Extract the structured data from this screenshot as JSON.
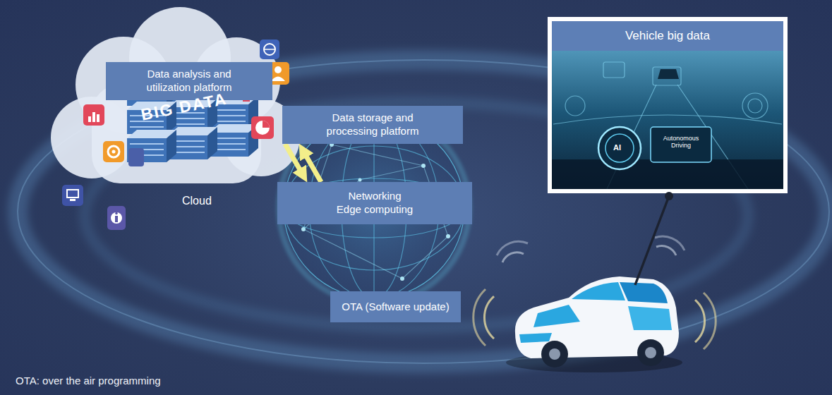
{
  "diagram": {
    "nodes": [
      {
        "text": [
          "Data analysis and utilization platform"
        ]
      },
      {
        "text": [
          "Data storage and processing platform"
        ]
      },
      {
        "text": [
          "Networking Edge computing"
        ]
      },
      {
        "text": [
          "OTA (Software update)"
        ]
      },
      {
        "text": [
          "Vehicle big data"
        ]
      }
    ],
    "edges": [
      {
        "from": 2,
        "to": 1,
        "arrow": "to"
      },
      {
        "from": 1,
        "to": 2,
        "arrow": "to"
      }
    ],
    "labels": [
      "Cloud",
      "BIG DATA",
      "AI",
      "Autonomous Driving",
      "OTA: over the air programming"
    ]
  }
}
